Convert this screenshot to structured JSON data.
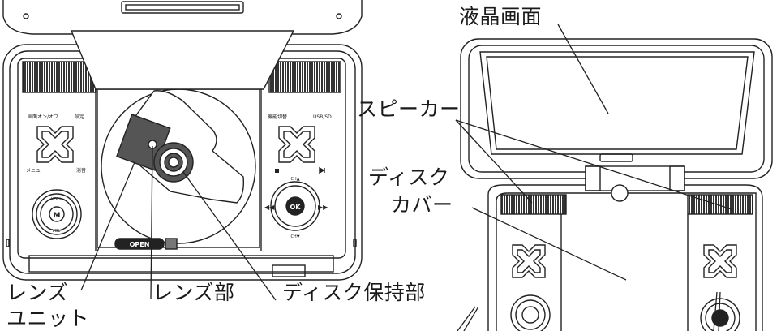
{
  "labels": {
    "lcd_screen": "液晶画面",
    "speaker": "スピーカー",
    "disc_cover_line1": "ディスク",
    "disc_cover_line2": "カバー",
    "lens_unit_line1": "レンズ",
    "lens_unit_line2": "ユニット",
    "lens": "レンズ部",
    "disc_holder": "ディスク保持部"
  },
  "device_text": {
    "open_button": "OPEN",
    "ok_button": "OK",
    "m_button": "M",
    "menu": "メニュー",
    "power": "画面オン/オフ",
    "settings": "設定",
    "mute": "消音",
    "source_switch": "機能切替",
    "usb_sd": "USB/SD",
    "vol_up": "VOL+",
    "vol_down": "VOL-",
    "ch_up": "CH▲",
    "ch_down": "CH▼"
  }
}
